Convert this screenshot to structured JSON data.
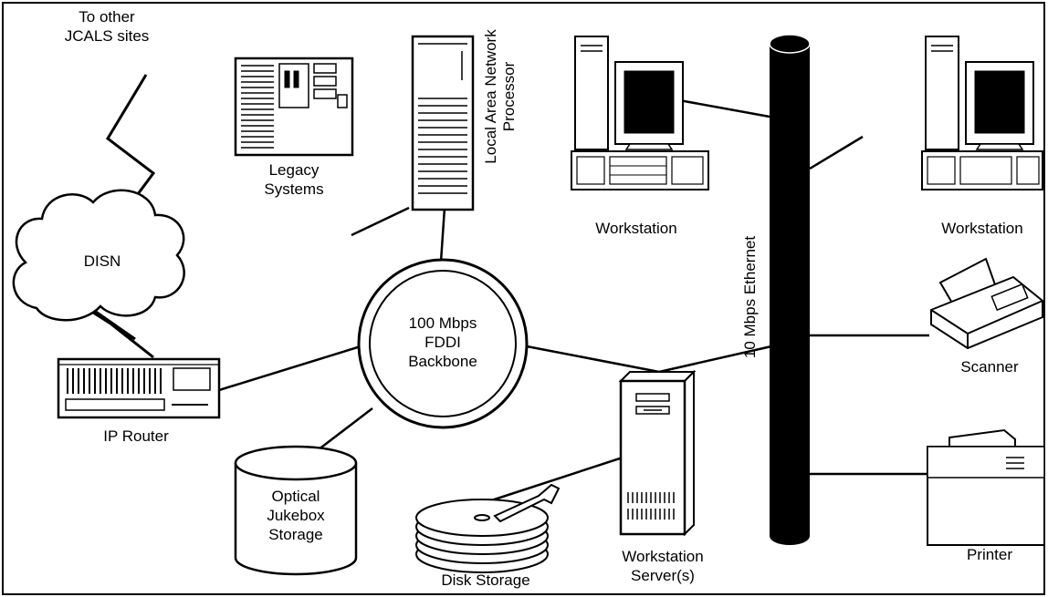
{
  "labels": {
    "other_sites": [
      "To other",
      "JCALS sites"
    ],
    "disn": "DISN",
    "ip_router": "IP Router",
    "legacy": [
      "Legacy",
      "Systems"
    ],
    "lan_processor": [
      "Local Area Network",
      "Processor"
    ],
    "backbone": [
      "100 Mbps",
      "FDDI",
      "Backbone"
    ],
    "optical": [
      "Optical",
      "Jukebox",
      "Storage"
    ],
    "disk_storage": "Disk Storage",
    "server": [
      "Workstation",
      "Server(s)"
    ],
    "ethernet": "10 Mbps Ethernet",
    "workstation_left": "Workstation",
    "workstation_right": "Workstation",
    "scanner": "Scanner",
    "printer": "Printer"
  }
}
